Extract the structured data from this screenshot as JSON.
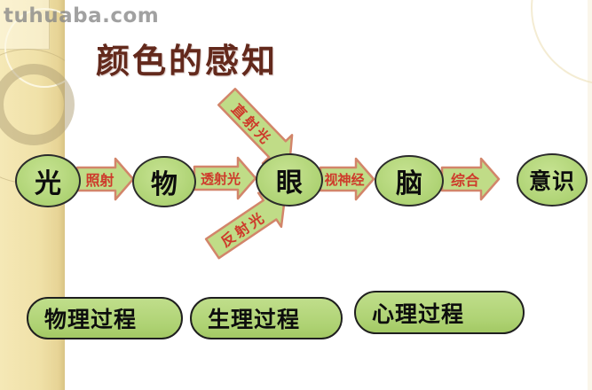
{
  "watermark": {
    "text": "tuhuaba.com"
  },
  "slide": {
    "title": "颜色的感知",
    "nodes": [
      {
        "id": "light",
        "label": "光"
      },
      {
        "id": "object",
        "label": "物"
      },
      {
        "id": "eye",
        "label": "眼"
      },
      {
        "id": "brain",
        "label": "脑"
      },
      {
        "id": "consciousness",
        "label": "意识"
      }
    ],
    "arrows": [
      {
        "id": "irradiation",
        "label": "照射",
        "from": "光",
        "to": "物",
        "direction": "right"
      },
      {
        "id": "transmitted-light",
        "label": "透射光",
        "from": "物",
        "to": "眼",
        "direction": "right"
      },
      {
        "id": "direct-light",
        "label": "直射光",
        "to": "眼",
        "direction": "down-right"
      },
      {
        "id": "reflected-light",
        "label": "反射光",
        "to": "眼",
        "direction": "up-right"
      },
      {
        "id": "optic-nerve",
        "label": "视神经",
        "from": "眼",
        "to": "脑",
        "direction": "right"
      },
      {
        "id": "synthesis",
        "label": "综合",
        "from": "脑",
        "to": "意识",
        "direction": "right"
      }
    ],
    "process_boxes": [
      {
        "id": "physical",
        "label": "物理过程"
      },
      {
        "id": "physiological",
        "label": "生理过程"
      },
      {
        "id": "psychological",
        "label": "心理过程"
      }
    ],
    "colors": {
      "node_fill": "#b0d476",
      "node_border": "#2b2b2b",
      "arrow_fill": "#c0dc87",
      "arrow_border": "#d2856a",
      "arrow_text": "#ce3a2b",
      "title_text": "#63291c",
      "sidebar": "#f0e1a8",
      "background": "#ffffff",
      "watermark_text": "#878787"
    }
  }
}
